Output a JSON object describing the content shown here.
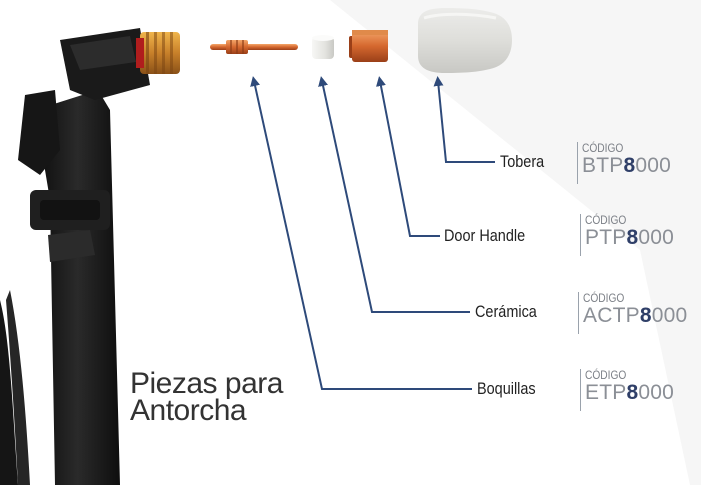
{
  "title": {
    "line1": "Piezas para",
    "line2": "Antorcha"
  },
  "parts": [
    {
      "label": "Tobera",
      "code_caption": "CÓDIGO",
      "code_prefix": "BTP",
      "code_highlight": "8",
      "code_suffix": "000"
    },
    {
      "label": "Door Handle",
      "code_caption": "CÓDIGO",
      "code_prefix": "PTP",
      "code_highlight": "8",
      "code_suffix": "000"
    },
    {
      "label": "Cerámica",
      "code_caption": "CÓDIGO",
      "code_prefix": "ACTP",
      "code_highlight": "8",
      "code_suffix": "000"
    },
    {
      "label": "Boquillas",
      "code_caption": "CÓDIGO",
      "code_prefix": "ETP",
      "code_highlight": "8",
      "code_suffix": "000"
    }
  ],
  "colors": {
    "arrow": "#2e4a7a",
    "code_highlight": "#2f3f68",
    "code_text": "#8b8f96",
    "torch_body": "#1b1b1b",
    "brass": "#c8802a",
    "copper": "#d1652e",
    "ceramic": "#e5e5e1"
  }
}
